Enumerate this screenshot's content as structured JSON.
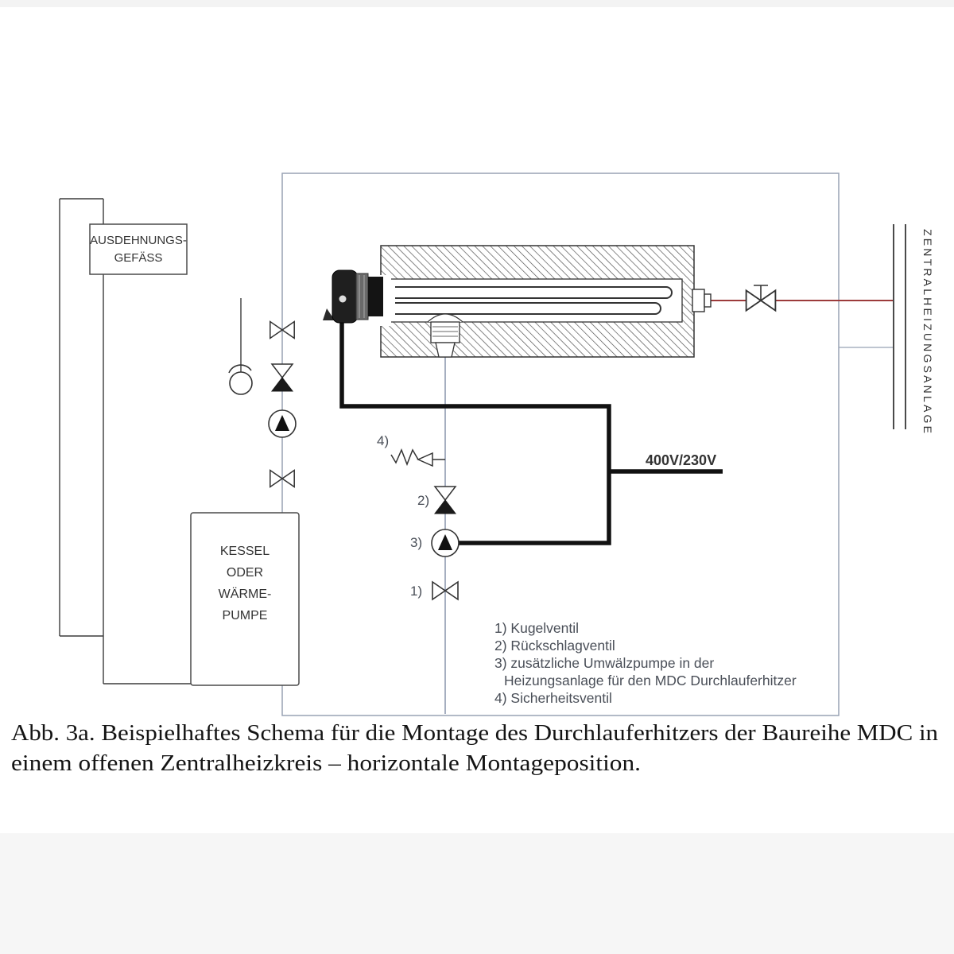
{
  "colors": {
    "hot_water": "#9c3b3b",
    "cold_water": "#909bb0",
    "enclosure": "#98a2b4",
    "ink": "#333333",
    "cable": "#111111"
  },
  "diagram": {
    "expansion_vessel": {
      "line1": "AUSDEHNUNGS-",
      "line2": "GEFÄSS"
    },
    "boiler": {
      "line1": "KESSEL",
      "line2": "ODER",
      "line3": "WÄRME-",
      "line4": "PUMPE"
    },
    "voltage_label": "400V/230V",
    "central_heating_label": "ZENTRALHEIZUNGSANLAGE",
    "markers": {
      "m1": "1)",
      "m2": "2)",
      "m3": "3)",
      "m4": "4)"
    },
    "legend": {
      "item1": "1) Kugelventil",
      "item2": "2) Rückschlagventil",
      "item3": "3) zusätzliche Umwälzpumpe in der",
      "item3b": "Heizungsanlage für den MDC Durchlauferhitzer",
      "item4": "4) Sicherheitsventil"
    }
  },
  "caption": {
    "line1": "Abb. 3a. Beispielhaftes Schema für die Montage des Durchlauferhitzers der Baureihe MDC in",
    "line2": "einem offenen Zentralheizkreis – horizontale Montageposition."
  }
}
